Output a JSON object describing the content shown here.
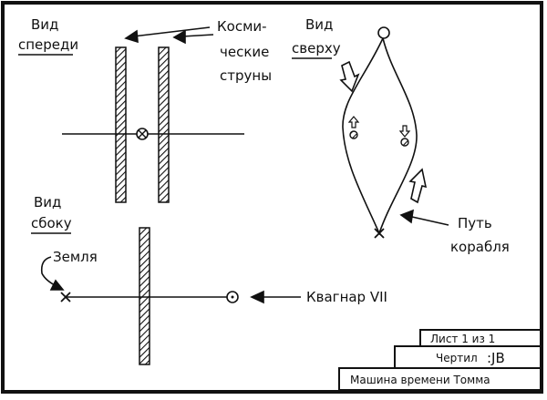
{
  "views": {
    "front": {
      "line1": "Вид",
      "line2": "спереди"
    },
    "top": {
      "line1": "Вид",
      "line2": "сверху"
    },
    "side": {
      "line1": "Вид",
      "line2": "сбоку"
    }
  },
  "labels": {
    "strings": {
      "line1": "Косми-",
      "line2": "ческие",
      "line3": "струны"
    },
    "earth": "Земля",
    "path": {
      "line1": "Путь",
      "line2": "корабля"
    },
    "quasar": "Квагнар VII"
  },
  "title_block": {
    "sheet": "Лист 1 из 1",
    "drawn_label": "Чертил",
    "drawn_value": ":JB",
    "title": "Машина времени Томма"
  }
}
